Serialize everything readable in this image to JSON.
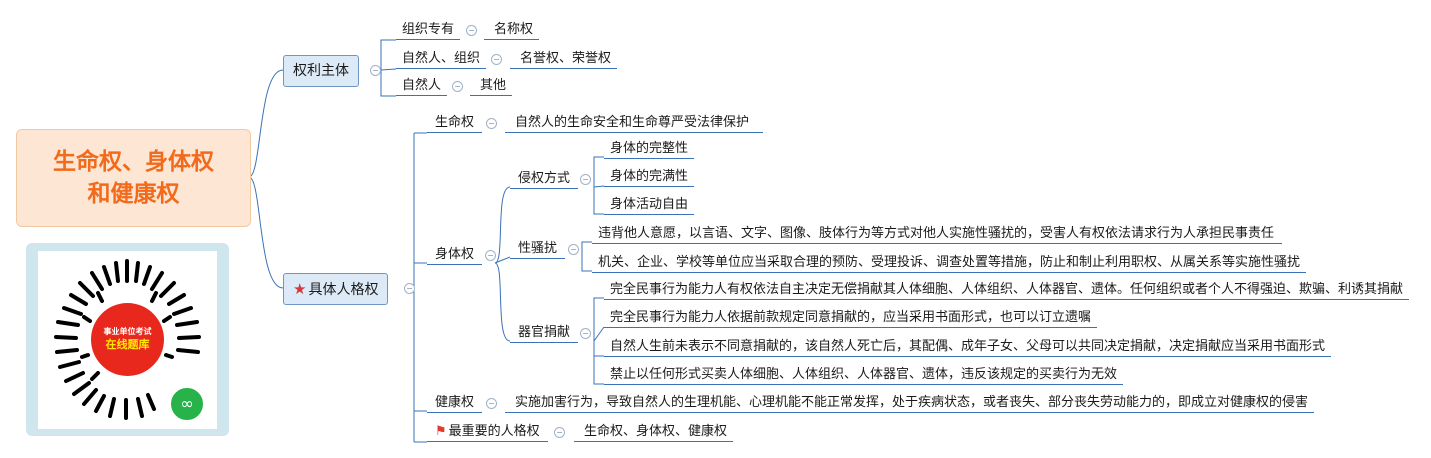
{
  "root": {
    "line1": "生命权、身体权",
    "line2": "和健康权"
  },
  "qr": {
    "top": "事业单位考试",
    "bottom": "在线题库"
  },
  "subject": {
    "label": "权利主体",
    "items": [
      {
        "k": "组织专有",
        "v": "名称权"
      },
      {
        "k": "自然人、组织",
        "v": "名誉权、荣誉权"
      },
      {
        "k": "自然人",
        "v": "其他"
      }
    ]
  },
  "specific": {
    "label": "具体人格权",
    "life": {
      "label": "生命权",
      "desc": "自然人的生命安全和生命尊严受法律保护"
    },
    "body": {
      "label": "身体权",
      "infringe": {
        "label": "侵权方式",
        "items": [
          "身体的完整性",
          "身体的完满性",
          "身体活动自由"
        ]
      },
      "harass": {
        "label": "性骚扰",
        "items": [
          "违背他人意愿，以言语、文字、图像、肢体行为等方式对他人实施性骚扰的，受害人有权依法请求行为人承担民事责任",
          "机关、企业、学校等单位应当采取合理的预防、受理投诉、调查处置等措施，防止和制止利用职权、从属关系等实施性骚扰"
        ]
      },
      "organ": {
        "label": "器官捐献",
        "items": [
          "完全民事行为能力人有权依法自主决定无偿捐献其人体细胞、人体组织、人体器官、遗体。任何组织或者个人不得强迫、欺骗、利诱其捐献",
          "完全民事行为能力人依据前款规定同意捐献的，应当采用书面形式，也可以订立遗嘱",
          "自然人生前未表示不同意捐献的，该自然人死亡后，其配偶、成年子女、父母可以共同决定捐献，决定捐献应当采用书面形式",
          "禁止以任何形式买卖人体细胞、人体组织、人体器官、遗体，违反该规定的买卖行为无效"
        ]
      }
    },
    "health": {
      "label": "健康权",
      "desc": "实施加害行为，导致自然人的生理机能、心理机能不能正常发挥，处于疾病状态，或者丧失、部分丧失劳动能力的，即成立对健康权的侵害"
    },
    "important": {
      "label": "最重要的人格权",
      "desc": "生命权、身体权、健康权"
    }
  },
  "colors": {
    "line": "#3a72b8",
    "box": "#dce9f6",
    "root_text": "#f26a1b",
    "root_bg": "#fde6d3"
  }
}
